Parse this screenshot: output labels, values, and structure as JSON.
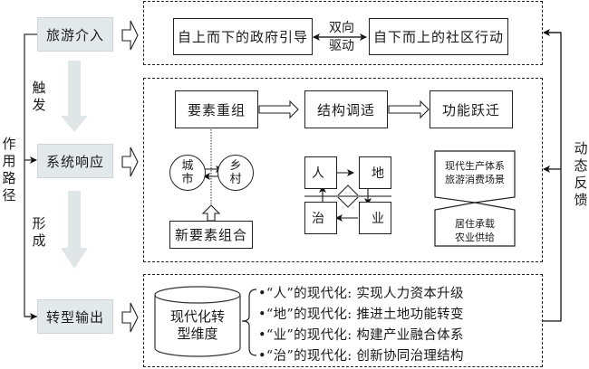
{
  "stages": {
    "intervention": "旅游介入",
    "response": "系统响应",
    "output": "转型输出"
  },
  "left_labels": {
    "path": "作用路径",
    "trigger": "触发",
    "form": "形成"
  },
  "right_label": "动态反馈",
  "top_panel": {
    "left_box": "自上而下的政府引导",
    "right_box": "自下而上的社区行动",
    "connector_line1": "双向",
    "connector_line2": "驱动"
  },
  "middle_panel": {
    "flow": [
      "要素重组",
      "结构调适",
      "功能跃迁"
    ],
    "circles": {
      "city_line1": "城",
      "city_line2": "市",
      "village_line1": "乡",
      "village_line2": "村"
    },
    "new_combination": "新要素组合",
    "cycle": {
      "people": "人",
      "land": "地",
      "industry": "业",
      "governance": "治"
    },
    "hourglass": {
      "top_line1": "现代生产体系",
      "top_line2": "旅游消费场景",
      "bottom_line1": "居住承载",
      "bottom_line2": "农业供给"
    }
  },
  "bottom_panel": {
    "cylinder_line1": "现代化转",
    "cylinder_line2": "型维度",
    "items": [
      "•“人”的现代化: 实现人力资本升级",
      "•“地”的现代化: 推进土地功能转变",
      "•“业”的现代化: 构建产业融合体系",
      "•“治”的现代化: 创新协同治理结构"
    ]
  }
}
